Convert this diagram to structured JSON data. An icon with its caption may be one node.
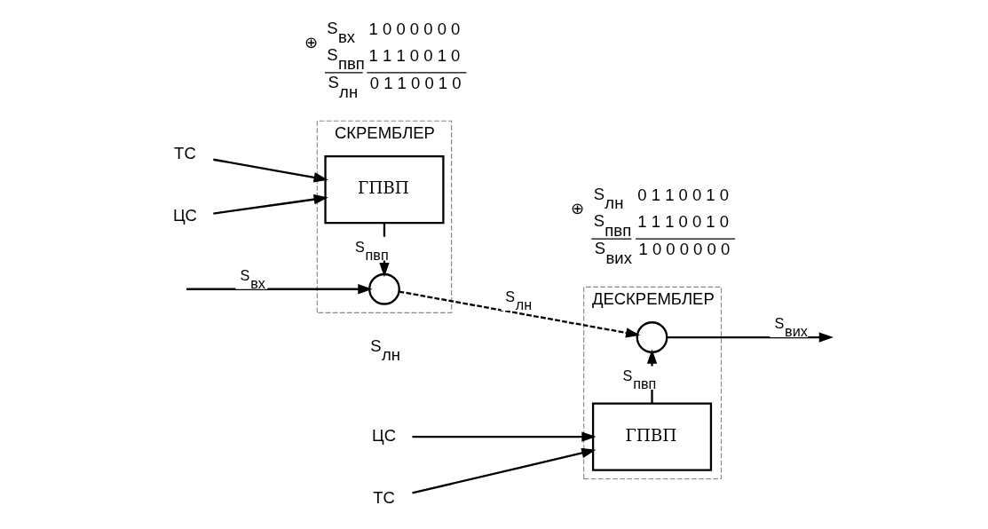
{
  "diagram": {
    "nodes": [
      {
        "text": [
          "СКРЕМБЛЕР"
        ]
      },
      {
        "text": [
          "ТС"
        ]
      },
      {
        "text": [
          "ЦС"
        ]
      },
      {
        "text": [
          "ГПВП"
        ],
        "in": 0
      },
      {
        "text": [],
        "shape": "circle",
        "in": 0
      },
      {
        "text": [
          "ДЕСКРЕМБЛЕР"
        ]
      },
      {
        "text": [
          "ТС"
        ]
      },
      {
        "text": [
          "ЦС"
        ]
      },
      {
        "text": [
          "ГПВП"
        ],
        "in": 5
      },
      {
        "text": [],
        "shape": "circle",
        "in": 5
      }
    ],
    "edges": [
      {
        "from": 1,
        "to": 3,
        "arrow": "to"
      },
      {
        "from": 2,
        "to": 3,
        "arrow": "to"
      },
      {
        "from": 3,
        "to": 4,
        "arrow": "to",
        "label": "S$_{пвп}$"
      },
      {
        "from": null,
        "to": 4,
        "arrow": "to",
        "label": "S$_{вх}$"
      },
      {
        "from": 4,
        "to": 9,
        "arrow": "to",
        "label": "S$_{лн}$",
        "style": "dashed"
      },
      {
        "from": 6,
        "to": 8,
        "arrow": "to"
      },
      {
        "from": 7,
        "to": 8,
        "arrow": "to"
      },
      {
        "from": 8,
        "to": 9,
        "arrow": "to",
        "label": "S$_{пвп}$"
      },
      {
        "from": 9,
        "to": null,
        "arrow": "to",
        "label": "S$_{вих}$"
      }
    ],
    "labels": [
      "S$_{лн}$",
      "⊕",
      "S$_{вх}$",
      "1 0 0 0 0 0 0",
      "S$_{пвп}$",
      "1 1 1 0 0 1 0",
      "S$_{лн}$",
      "0 1 1 0 0 1 0",
      "⊕",
      "S$_{лн}$",
      "0 1 1 0 0 1 0",
      "S$_{пвп}$",
      "1 1 1 0 0 1 0",
      "S$_{вих}$",
      "1 0 0 0 0 0 0"
    ]
  }
}
